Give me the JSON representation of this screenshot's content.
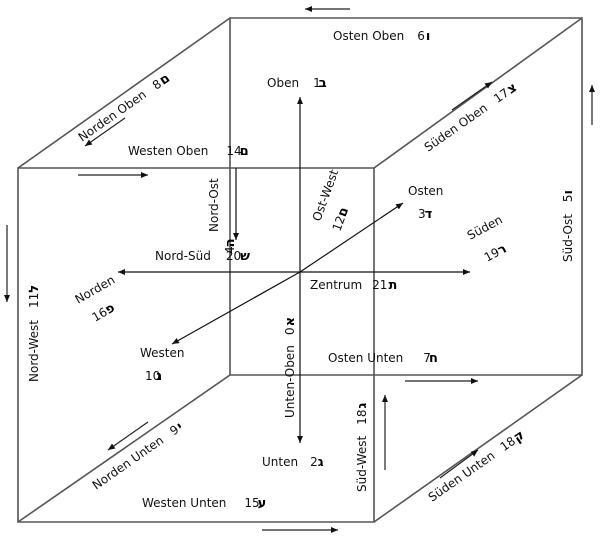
{
  "labels": {
    "osten_oben": {
      "text": "Osten Oben",
      "letter": "ו",
      "num": "6"
    },
    "norden_oben": {
      "text": "Norden Oben",
      "letter": "ם",
      "num": "8"
    },
    "sueden_oben": {
      "text": "Süden Oben",
      "letter": "צ",
      "num": "17"
    },
    "westen_oben": {
      "text": "Westen Oben",
      "letter": "ם",
      "num": "14"
    },
    "oben": {
      "text": "Oben",
      "letter": "ב",
      "num": "1"
    },
    "nord_ost": {
      "text": "Nord-Ost",
      "letter": "ה",
      "num": "4"
    },
    "ost_west": {
      "text": "Ost-West",
      "letter": "ם",
      "num": "12"
    },
    "osten": {
      "text": "Osten",
      "letter": "ד",
      "num": "3"
    },
    "sueden": {
      "text": "Süden",
      "letter": "ר",
      "num": "19"
    },
    "sued_ost": {
      "text": "Süd-Ost",
      "letter": "ו",
      "num": "5"
    },
    "nord_sued": {
      "text": "Nord-Süd",
      "letter": "ש",
      "num": "20"
    },
    "zentrum": {
      "text": "Zentrum",
      "letter": "ת",
      "num": "21"
    },
    "norden": {
      "text": "Norden",
      "letter": "פ",
      "num": "16"
    },
    "nord_west": {
      "text": "Nord-West",
      "letter": "ל",
      "num": "11"
    },
    "westen": {
      "text": "Westen",
      "letter": "נ",
      "num": "10"
    },
    "unten_oben": {
      "text": "Unten-Oben",
      "letter": "א",
      "num": "0"
    },
    "osten_unten": {
      "text": "Osten Unten",
      "letter": "ח",
      "num": "7"
    },
    "norden_unten": {
      "text": "Norden Unten",
      "letter": "י",
      "num": "9"
    },
    "sued_west": {
      "text": "Süd-West",
      "letter": "ג",
      "num": "18"
    },
    "unten": {
      "text": "Unten",
      "letter": "ג",
      "num": "2"
    },
    "sueden_unten": {
      "text": "Süden Unten",
      "letter": "ק",
      "num": "18"
    },
    "westen_unten": {
      "text": "Westen Unten",
      "letter": "ע",
      "num": "15"
    }
  }
}
